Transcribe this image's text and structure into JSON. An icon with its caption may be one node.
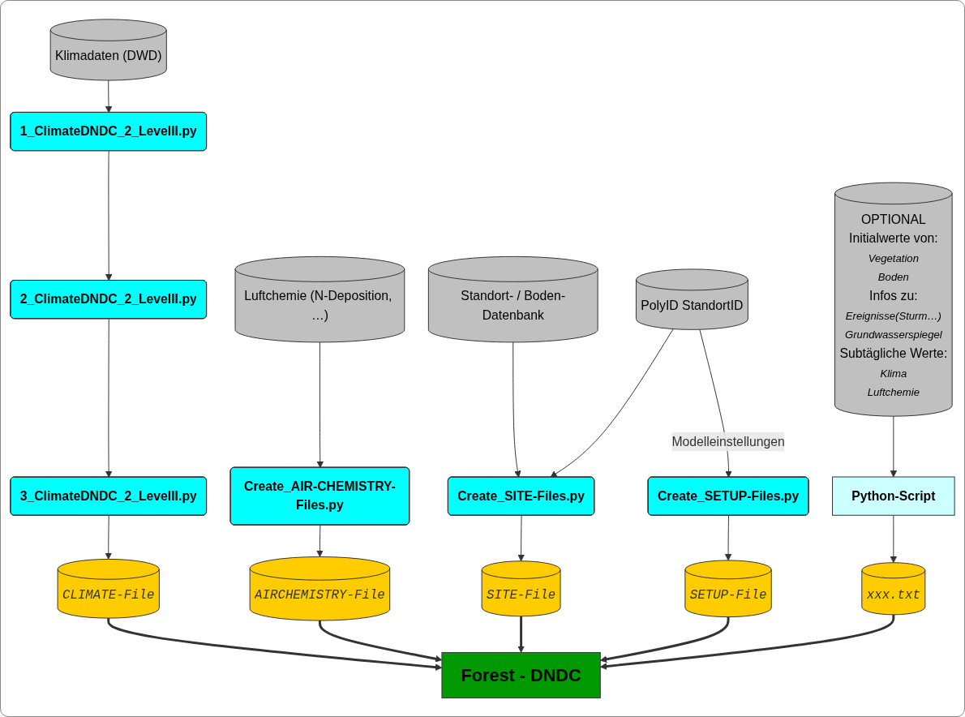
{
  "diagram": {
    "nodes": [
      {
        "text": [
          "Klimadaten (DWD)"
        ]
      },
      {
        "text": [
          "Luftchemie (N-Deposition, …)"
        ]
      },
      {
        "text": [
          "Standort- / Boden-Datenbank"
        ]
      },
      {
        "text": [
          "PolyID StandortID"
        ]
      },
      {
        "text": [
          "OPTIONAL",
          "Initialwerte von:",
          "Vegetation",
          "Boden",
          "Infos zu:",
          "Ereignisse(Sturm…)",
          "Grundwasserspiegel",
          "Subtägliche Werte:",
          "Klima",
          "Luftchemie"
        ]
      },
      {
        "text": [
          "1_ClimateDNDC_2_LevelII.py"
        ]
      },
      {
        "text": [
          "2_ClimateDNDC_2_LevelII.py"
        ]
      },
      {
        "text": [
          "3_ClimateDNDC_2_LevelII.py"
        ]
      },
      {
        "text": [
          "Create_AIR-CHEMISTRY-Files.py"
        ]
      },
      {
        "text": [
          "Create_SITE-Files.py"
        ]
      },
      {
        "text": [
          "Create_SETUP-Files.py"
        ]
      },
      {
        "text": [
          "Python-Script"
        ]
      },
      {
        "text": [
          "CLIMATE-File"
        ]
      },
      {
        "text": [
          "AIRCHEMISTRY-File"
        ]
      },
      {
        "text": [
          "SITE-File"
        ]
      },
      {
        "text": [
          "SETUP-File"
        ]
      },
      {
        "text": [
          "xxx.txt"
        ]
      },
      {
        "text": [
          "Forest - DNDC"
        ]
      }
    ],
    "edges": [
      {
        "from": 0,
        "to": 5,
        "arrow": "to"
      },
      {
        "from": 5,
        "to": 6,
        "arrow": "to"
      },
      {
        "from": 6,
        "to": 7,
        "arrow": "to"
      },
      {
        "from": 7,
        "to": 12,
        "arrow": "to"
      },
      {
        "from": 1,
        "to": 8,
        "arrow": "to"
      },
      {
        "from": 8,
        "to": 13,
        "arrow": "to"
      },
      {
        "from": 2,
        "to": 9,
        "arrow": "to"
      },
      {
        "from": 3,
        "to": 9,
        "arrow": "to"
      },
      {
        "from": 3,
        "to": 10,
        "arrow": "to",
        "label": "Modelleinstellungen"
      },
      {
        "from": 9,
        "to": 14,
        "arrow": "to"
      },
      {
        "from": 10,
        "to": 15,
        "arrow": "to"
      },
      {
        "from": 4,
        "to": 11,
        "arrow": "to"
      },
      {
        "from": 11,
        "to": 16,
        "arrow": "to"
      },
      {
        "from": 12,
        "to": 17,
        "arrow": "to",
        "style": "thick"
      },
      {
        "from": 13,
        "to": 17,
        "arrow": "to",
        "style": "thick"
      },
      {
        "from": 14,
        "to": 17,
        "arrow": "to",
        "style": "thick"
      },
      {
        "from": 15,
        "to": 17,
        "arrow": "to",
        "style": "thick"
      },
      {
        "from": 16,
        "to": 17,
        "arrow": "to",
        "style": "thick"
      }
    ]
  }
}
